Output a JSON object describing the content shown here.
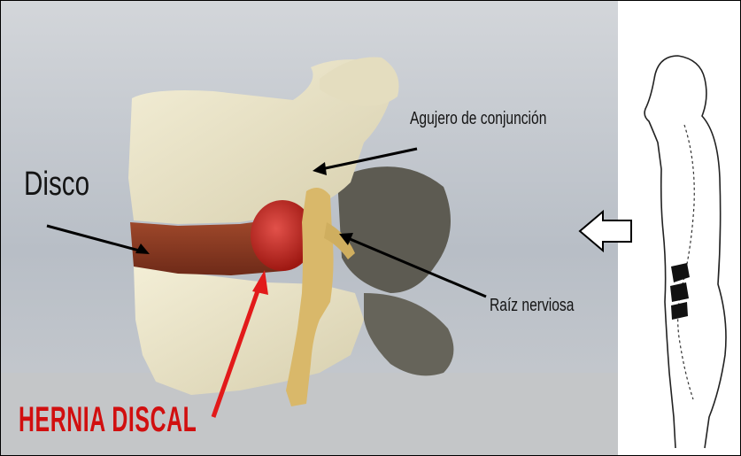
{
  "labels": {
    "disco": "Disco",
    "agujero": "Agujero de conjunción",
    "raiz": "Raíz nerviosa",
    "hernia": "HERNIA DISCAL"
  },
  "colors": {
    "photo_background": "#bcc1c7",
    "bone": "#ece6c8",
    "disc": "#8a3a22",
    "herniation": "#c0241c",
    "nerve_root": "#d9b86a",
    "hernia_label": "#d10f0f",
    "arrow_black": "#000000",
    "arrow_red": "#e21a1a"
  }
}
